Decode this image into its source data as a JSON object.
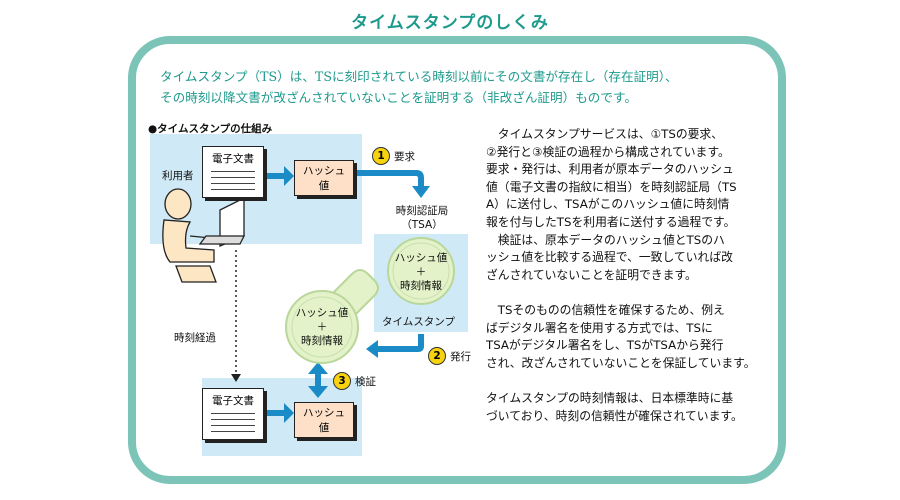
{
  "title": "タイムスタンプのしくみ",
  "intro": {
    "line1": "タイムスタンプ（TS）は、TSに刻印されている時刻以前にその文書が存在し（存在証明）、",
    "line2": "その時刻以降文書が改ざんされていないことを証明する（非改ざん証明）ものです。"
  },
  "diagram": {
    "heading": "●タイムスタンプの仕組み",
    "user_label": "利用者",
    "doc_label": "電子文書",
    "hash_top": "ハッシュ",
    "hash_bottom": "値",
    "step1_num": "1",
    "step1_label": "要求",
    "tsa_line1": "時刻認証局",
    "tsa_line2": "（TSA）",
    "stamp_hash": "ハッシュ値",
    "stamp_plus": "＋",
    "stamp_time": "時刻情報",
    "stamp_caption": "タイムスタンプ",
    "elapsed_label": "時刻経過",
    "step2_num": "2",
    "step2_label": "発行",
    "step3_num": "3",
    "step3_label": "検証"
  },
  "body": {
    "p1_l1": "タイムスタンプサービスは、①TSの要求、",
    "p1_l2": "②発行と③検証の過程から構成されています。",
    "p1_l3": "要求・発行は、利用者が原本データのハッシュ",
    "p1_l4": "値（電子文書の指紋に相当）を時刻認証局（TS",
    "p1_l5": "A）に送付し、TSAがこのハッシュ値に時刻情",
    "p1_l6": "報を付与したTSを利用者に送付する過程です。",
    "p2_l1": "検証は、原本データのハッシュ値とTSのハ",
    "p2_l2": "ッシュ値を比較する過程で、一致していれば改",
    "p2_l3": "ざんされていないことを証明できます。",
    "p3_l1": "TSそのものの信頼性を確保するため、例え",
    "p3_l2": "ばデジタル署名を使用する方式では、TSに",
    "p3_l3": "TSAがデジタル署名をし、TSがTSAから発行",
    "p3_l4": "され、改ざんされていないことを保証しています。",
    "p4_l1": "タイムスタンプの時刻情報は、日本標準時に基",
    "p4_l2": "づいており、時刻の信頼性が確保されています。"
  },
  "colors": {
    "title": "#1d9a8c",
    "frame": "#7cc4b7",
    "panel": "#cfe9f6",
    "hash_box": "#fde0c7",
    "arrow": "#1a8bc7",
    "badge": "#f7d20e",
    "stamp": "#e3f2c8"
  }
}
